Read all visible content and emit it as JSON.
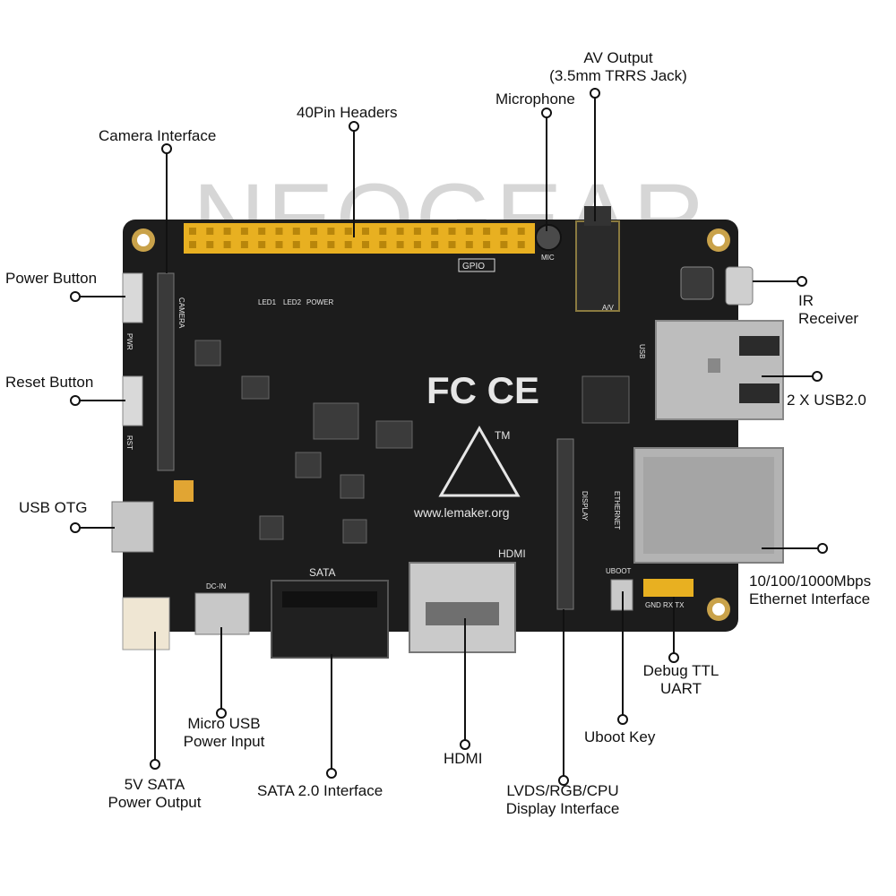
{
  "watermark": {
    "text": "NEOGEAR"
  },
  "board": {
    "silkscreen_url": "www.lemaker.org",
    "tm": "TM",
    "gpio": "GPIO",
    "sata": "SATA",
    "hdmi": "HDMI",
    "display": "DISPLAY",
    "ethernet": "ETHERNET",
    "uboot": "UBOOT",
    "usb": "USB",
    "pwr": "PWR",
    "rst": "RST",
    "led1": "LED1",
    "led2": "LED2",
    "power": "POWER",
    "camera": "CAMERA",
    "dc_in": "DC-IN",
    "uart_pins": "GND  RX  TX",
    "mic": "MIC",
    "av": "A/V"
  },
  "labels": {
    "av_output_1": "AV Output",
    "av_output_2": "(3.5mm TRRS Jack)",
    "microphone": "Microphone",
    "pin_headers": "40Pin Headers",
    "camera": "Camera Interface",
    "power_button": "Power Button",
    "ir_1": "IR",
    "ir_2": "Receiver",
    "reset_button": "Reset Button",
    "usb2": "2 X USB2.0",
    "usb_otg": "USB OTG",
    "ethernet_1": "10/100/1000Mbps",
    "ethernet_2": "Ethernet Interface",
    "debug_1": "Debug TTL",
    "debug_2": "UART",
    "micro_usb_1": "Micro USB",
    "micro_usb_2": "Power Input",
    "uboot_key": "Uboot Key",
    "hdmi": "HDMI",
    "sata_power_1": "5V SATA",
    "sata_power_2": "Power Output",
    "sata_iface": "SATA 2.0 Interface",
    "lvds_1": "LVDS/RGB/CPU",
    "lvds_2": "Display Interface"
  },
  "colors": {
    "pcb": "#1c1c1c",
    "header": "#e8b021",
    "metal": "#b9b9b9",
    "silk": "#e6e6e6"
  }
}
